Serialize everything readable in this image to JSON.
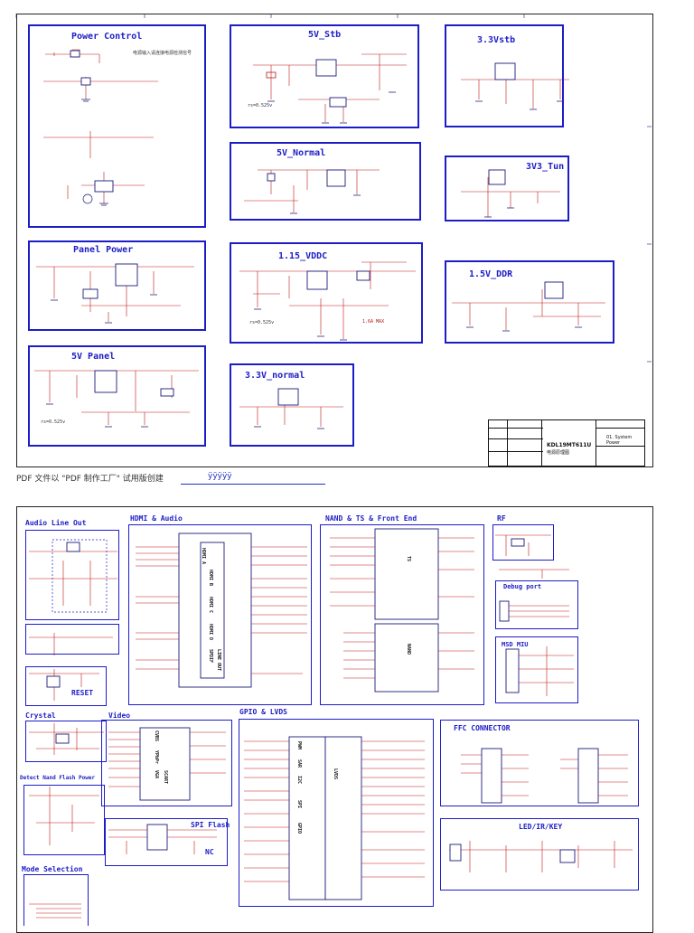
{
  "page1": {
    "blocks": {
      "power_control": {
        "title": "Power Control",
        "note": "电源输入请连接电源检测信号"
      },
      "v5_stb": {
        "title": "5V_Stb",
        "note": "rs=0.525v"
      },
      "v33_stb": {
        "title": "3.3Vstb"
      },
      "v5_normal": {
        "title": "5V_Normal"
      },
      "v33_tun": {
        "title": "3V3_Tun"
      },
      "panel_power": {
        "title": "Panel Power"
      },
      "vddc": {
        "title": "1.15_VDDC",
        "note1": "rs=0.525v",
        "note2": "1.6A MAX"
      },
      "v15_ddr": {
        "title": "1.5V_DDR"
      },
      "v5_panel": {
        "title": "5V Panel",
        "note": "rs=0.525v"
      },
      "v33_normal": {
        "title": "3.3V_normal"
      }
    },
    "title_block": {
      "model": "KDL19MT611U",
      "subtitle": "电源原理图",
      "sheet_name": "01. System Power"
    }
  },
  "footer": {
    "text": "PDF 文件以 \"PDF 制作工厂\" 试用版创建",
    "link": "ÿÿÿÿÿ"
  },
  "page2": {
    "blocks": {
      "audio_line_out": {
        "title": "Audio Line Out"
      },
      "hdmi_audio": {
        "title": "HDMI & Audio"
      },
      "nand_ts": {
        "title": "NAND & TS & Front End"
      },
      "rf": {
        "title": "RF"
      },
      "debug_port": {
        "title": "Debug port"
      },
      "msd_miu": {
        "title": "MSD MIU"
      },
      "reset": {
        "title": "RESET"
      },
      "crystal": {
        "title": "Crystal"
      },
      "video": {
        "title": "Video"
      },
      "gpio_lvds": {
        "title": "GPIO & LVDS"
      },
      "ffc": {
        "title": "FFC CONNECTOR"
      },
      "detect_nand": {
        "title": "Detect Nand Flash Power"
      },
      "spi_flash": {
        "title": "SPI Flash",
        "nc": "NC"
      },
      "led_ir_key": {
        "title": "LED/IR/KEY"
      },
      "mode_selection": {
        "title": "Mode Selection"
      }
    },
    "chips": {
      "hdmi_side": [
        "HDMI A",
        "HDMI B",
        "HDMI C",
        "HDMI D",
        "SPDIF",
        "LINE OUT"
      ],
      "nand_side": [
        "NAND",
        "TS"
      ],
      "gpio_side": [
        "PWM",
        "SAR",
        "I2C",
        "SPI",
        "GPIO",
        "LVDS"
      ],
      "video_side": [
        "CVBS",
        "YPbPr",
        "VGA",
        "SCART"
      ]
    }
  }
}
